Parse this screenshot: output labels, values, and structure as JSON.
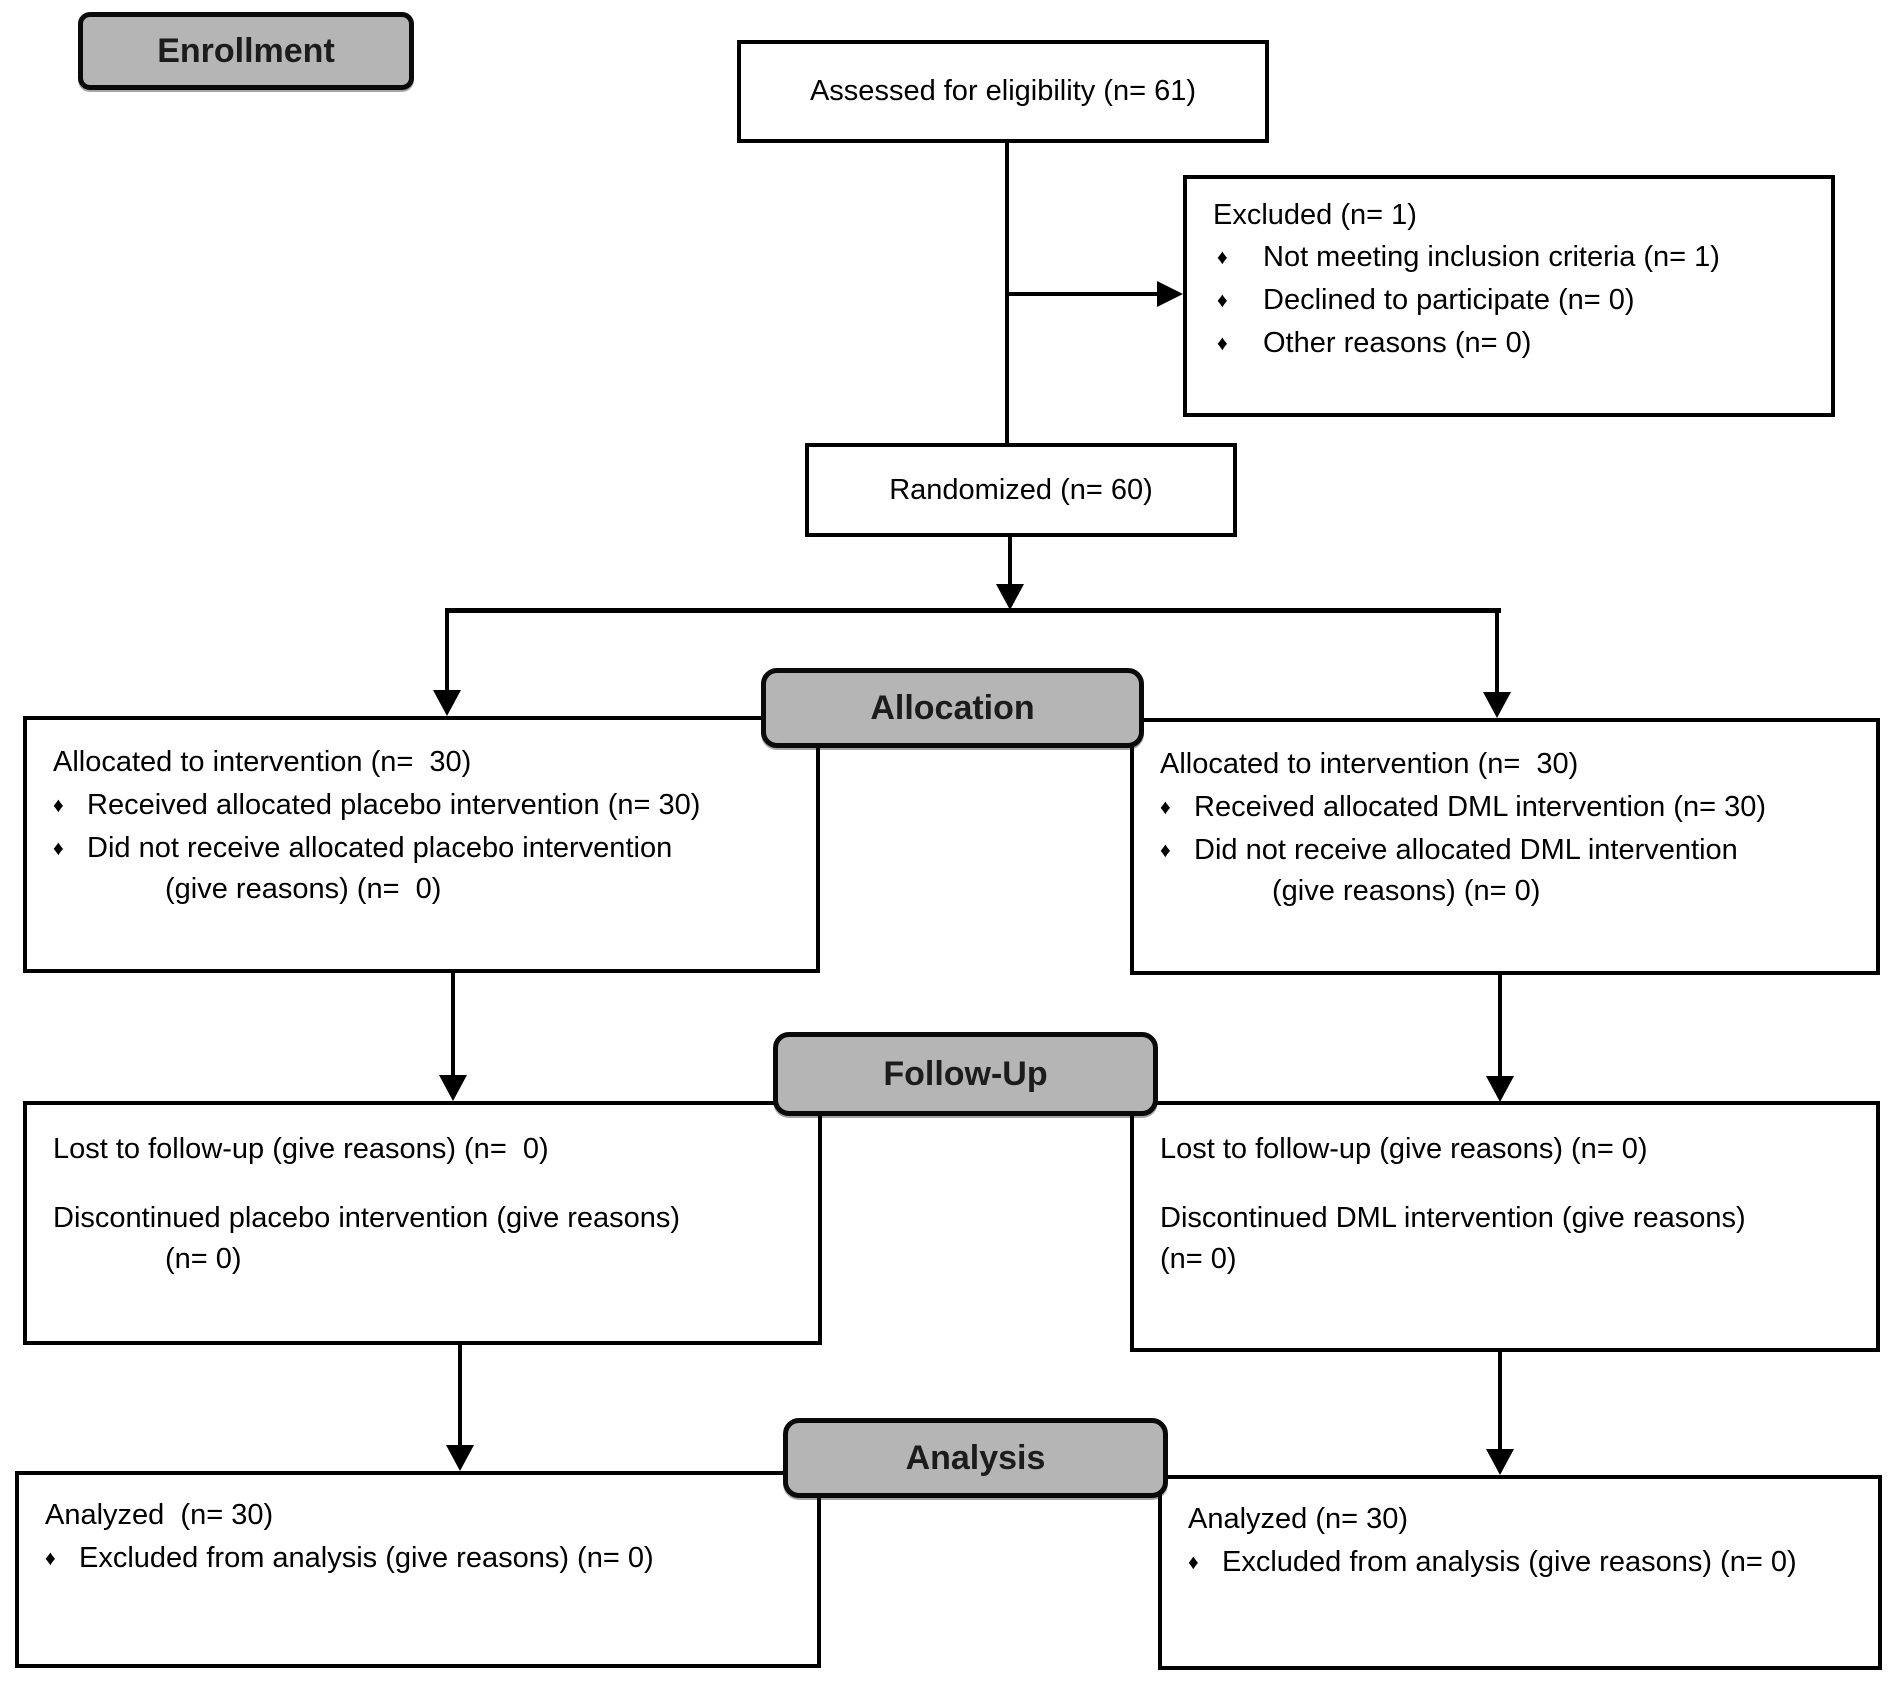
{
  "badges": {
    "enrollment": "Enrollment",
    "allocation": "Allocation",
    "followup": "Follow-Up",
    "analysis": "Analysis"
  },
  "glyphs": {
    "bullet": "♦"
  },
  "colors": {
    "badge_fill": "#b5b5b5",
    "line": "#000000",
    "box_fill": "#ffffff"
  },
  "boxes": {
    "assessed": {
      "text": "Assessed for eligibility (n= 61)"
    },
    "excluded": {
      "title": "Excluded (n= 1)",
      "bullets": [
        "Not meeting inclusion criteria (n= 1)",
        "Declined to participate (n= 0)",
        "Other reasons (n= 0)"
      ]
    },
    "randomized": {
      "text": "Randomized (n= 60)"
    },
    "alloc_left": {
      "title": "Allocated to intervention (n=  30)",
      "bullets": [
        "Received allocated placebo intervention (n= 30)",
        "Did not receive allocated placebo intervention"
      ],
      "continuation": "(give reasons) (n=  0)"
    },
    "alloc_right": {
      "title": "Allocated to intervention (n=  30)",
      "bullets": [
        "Received allocated DML intervention (n= 30)",
        "Did not receive allocated DML intervention"
      ],
      "continuation": "(give reasons) (n= 0)"
    },
    "followup_left": {
      "line1": "Lost to follow-up (give reasons) (n=  0)",
      "line2": "Discontinued placebo intervention (give reasons)",
      "line3": "(n= 0)"
    },
    "followup_right": {
      "line1": "Lost to follow-up (give reasons) (n= 0)",
      "line2": "Discontinued DML intervention (give reasons)",
      "line3": "(n= 0)"
    },
    "analysis_left": {
      "title": "Analyzed  (n= 30)",
      "bullets": [
        "Excluded from analysis (give reasons) (n= 0)"
      ]
    },
    "analysis_right": {
      "title": "Analyzed (n= 30)",
      "bullets": [
        "Excluded from analysis (give reasons) (n= 0)"
      ]
    }
  }
}
